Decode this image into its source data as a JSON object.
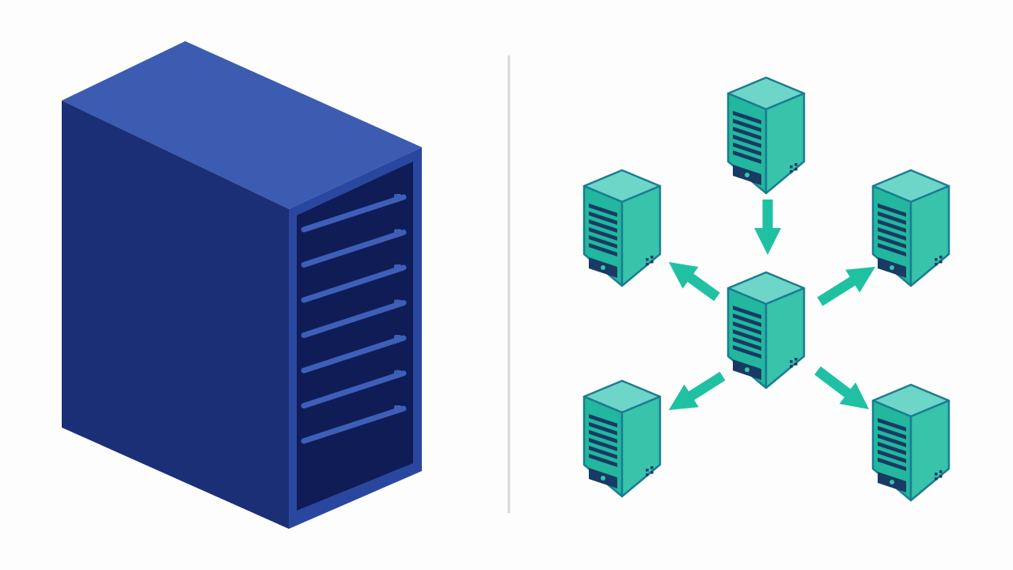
{
  "scene": {
    "left_panel": {
      "concept": "single-server",
      "icon": "server-tower-icon",
      "bay_count": 7
    },
    "right_panel": {
      "concept": "distributed-servers",
      "icon": "server-node-icon",
      "nodes": [
        {
          "id": "top",
          "role": "source"
        },
        {
          "id": "hub",
          "role": "hub"
        },
        {
          "id": "upper-left",
          "role": "target"
        },
        {
          "id": "upper-right",
          "role": "target"
        },
        {
          "id": "lower-left",
          "role": "target"
        },
        {
          "id": "lower-right",
          "role": "target"
        }
      ],
      "links": [
        {
          "from": "top",
          "to": "hub"
        },
        {
          "from": "hub",
          "to": "upper-left"
        },
        {
          "from": "hub",
          "to": "upper-right"
        },
        {
          "from": "hub",
          "to": "lower-left"
        },
        {
          "from": "hub",
          "to": "lower-right"
        }
      ]
    },
    "divider": true
  },
  "colors": {
    "background": "#fdfdfe",
    "divider": "#d8d8da",
    "tower_front": "#1b2f76",
    "tower_side": "#2a47a0",
    "tower_top": "#3b5cb0",
    "tower_bay_bg": "#0f1c56",
    "tower_bay_line": "#3d5fb8",
    "node_front": "#22b79e",
    "node_side": "#38c3ab",
    "node_top": "#6dd6c8",
    "node_stroke": "#1a7d92",
    "node_stripes": "#183a64",
    "arrow": "#20c1a2"
  }
}
